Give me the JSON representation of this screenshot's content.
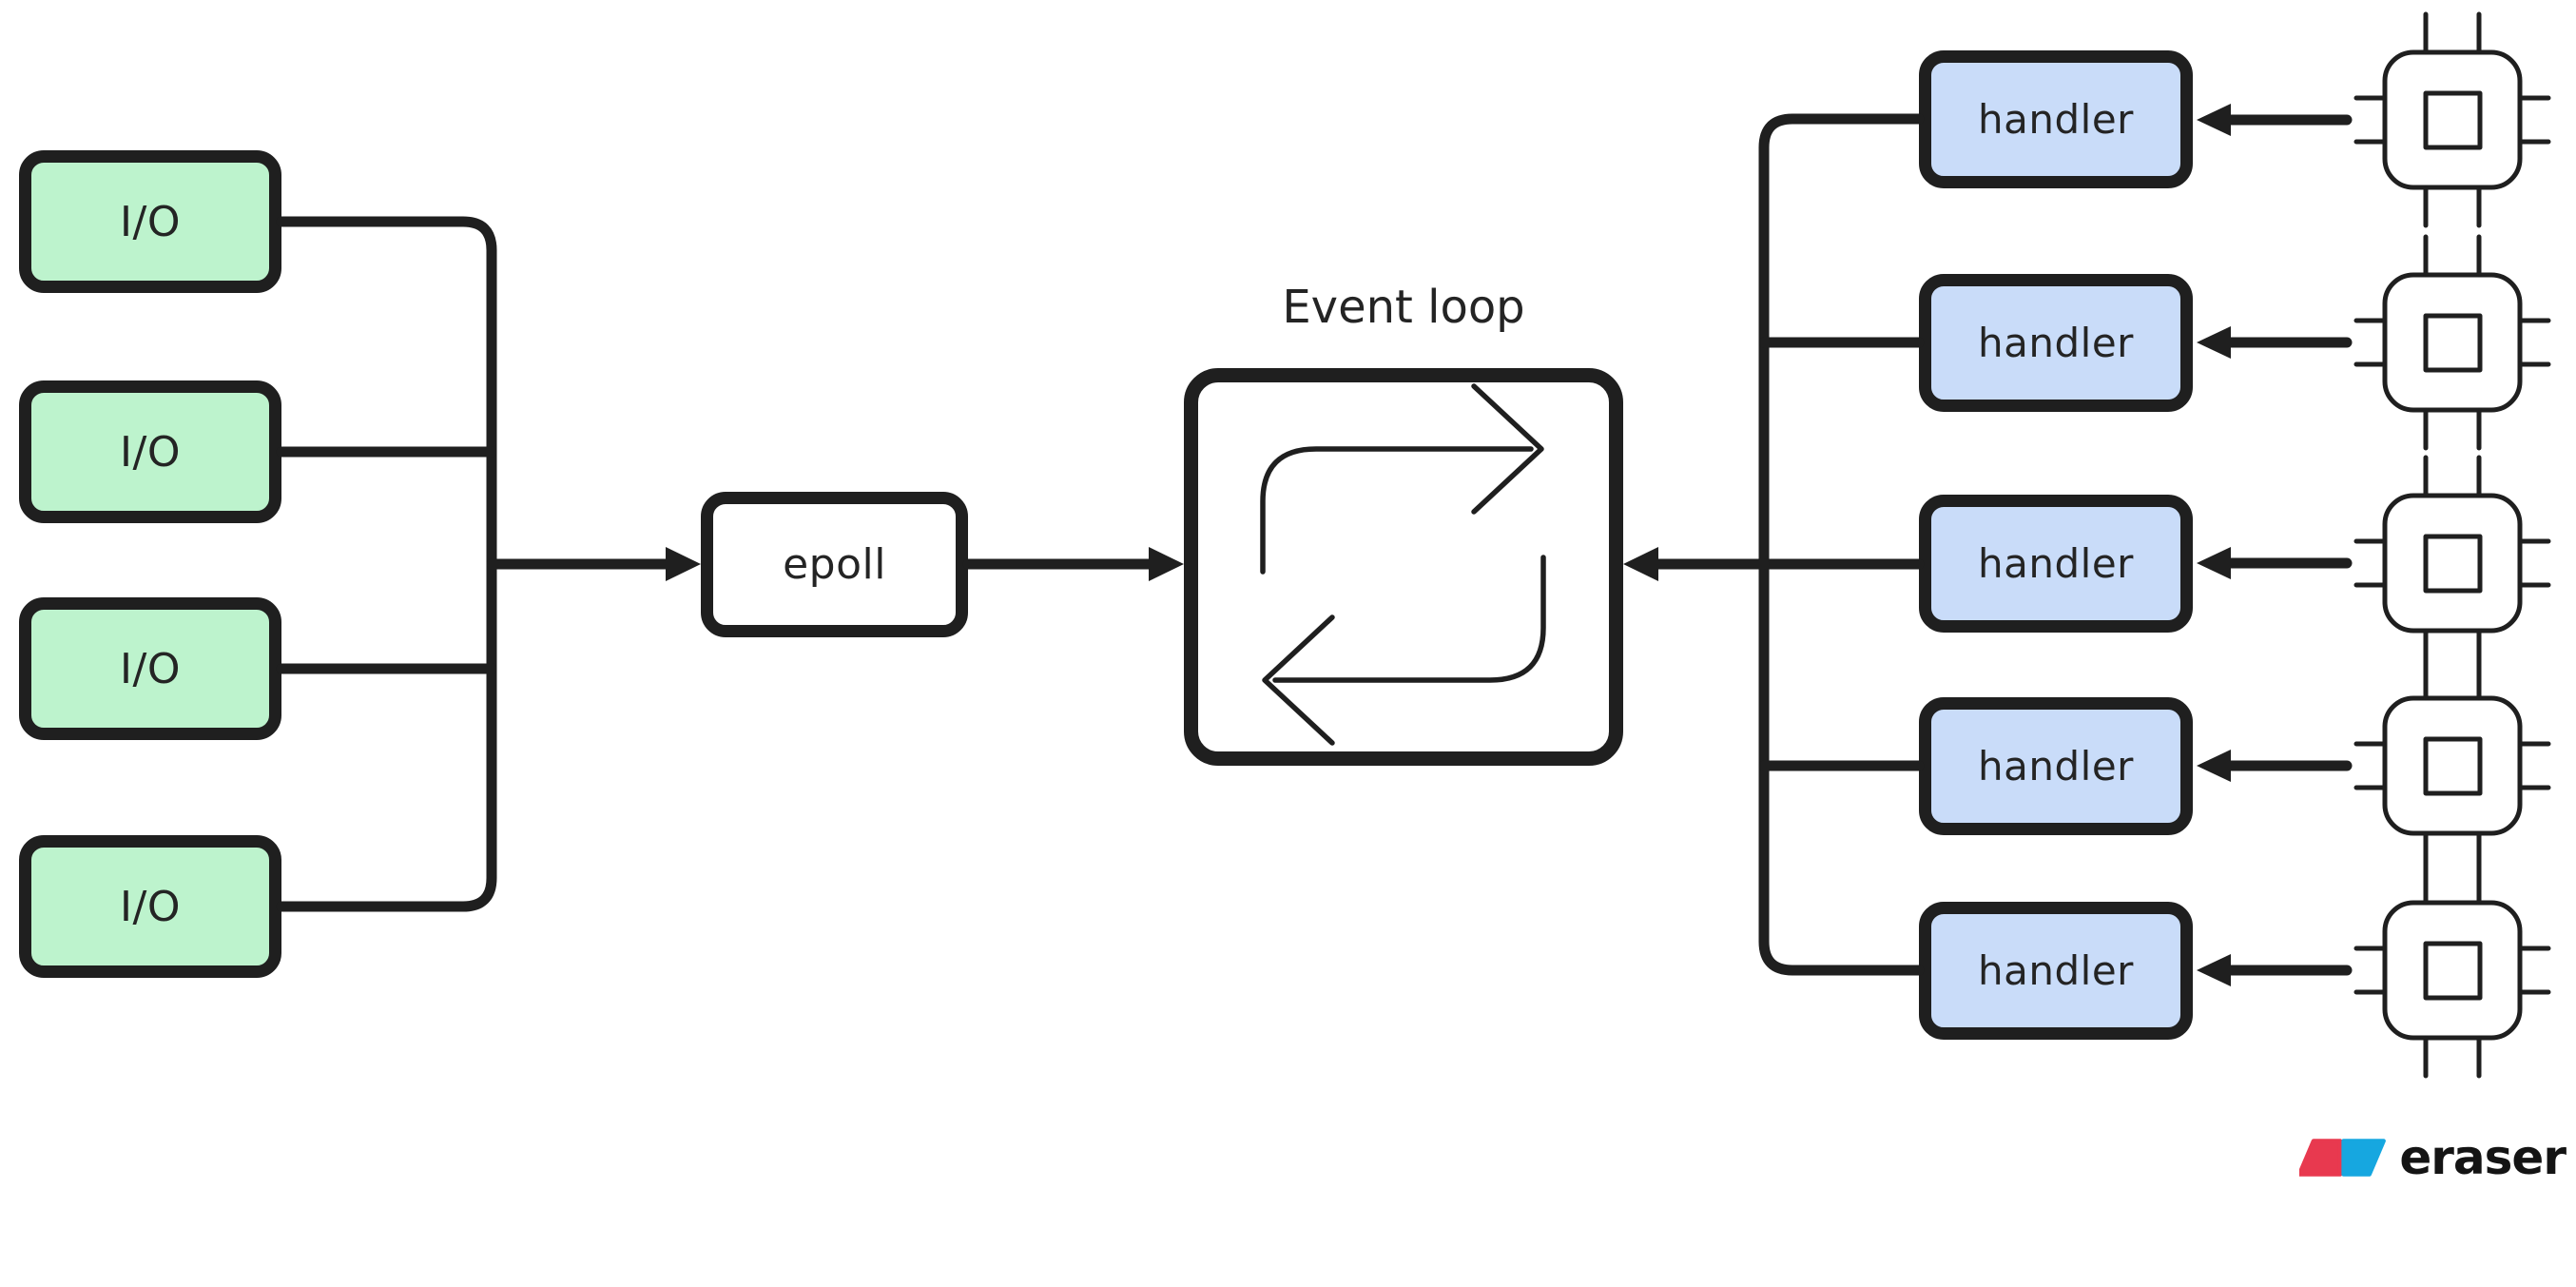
{
  "diagram": {
    "io_nodes": [
      {
        "label": "I/O"
      },
      {
        "label": "I/O"
      },
      {
        "label": "I/O"
      },
      {
        "label": "I/O"
      }
    ],
    "epoll_node": {
      "label": "epoll"
    },
    "event_loop": {
      "title": "Event loop",
      "icon": "cycle-arrows-icon"
    },
    "handler_nodes": [
      {
        "label": "handler"
      },
      {
        "label": "handler"
      },
      {
        "label": "handler"
      },
      {
        "label": "handler"
      },
      {
        "label": "handler"
      }
    ],
    "device_icons": [
      {
        "icon": "cpu-chip-icon"
      },
      {
        "icon": "cpu-chip-icon"
      },
      {
        "icon": "cpu-chip-icon"
      },
      {
        "icon": "cpu-chip-icon"
      },
      {
        "icon": "cpu-chip-icon"
      }
    ],
    "colors": {
      "io_fill": "#bdf3cd",
      "handler_fill": "#c9dcf9",
      "node_fill_white": "#ffffff",
      "line": "#1f1f1f",
      "logo_red": "#e8394f",
      "logo_blue": "#16a7e0",
      "background": "#ffffff"
    },
    "watermark": {
      "text": "eraser"
    }
  }
}
